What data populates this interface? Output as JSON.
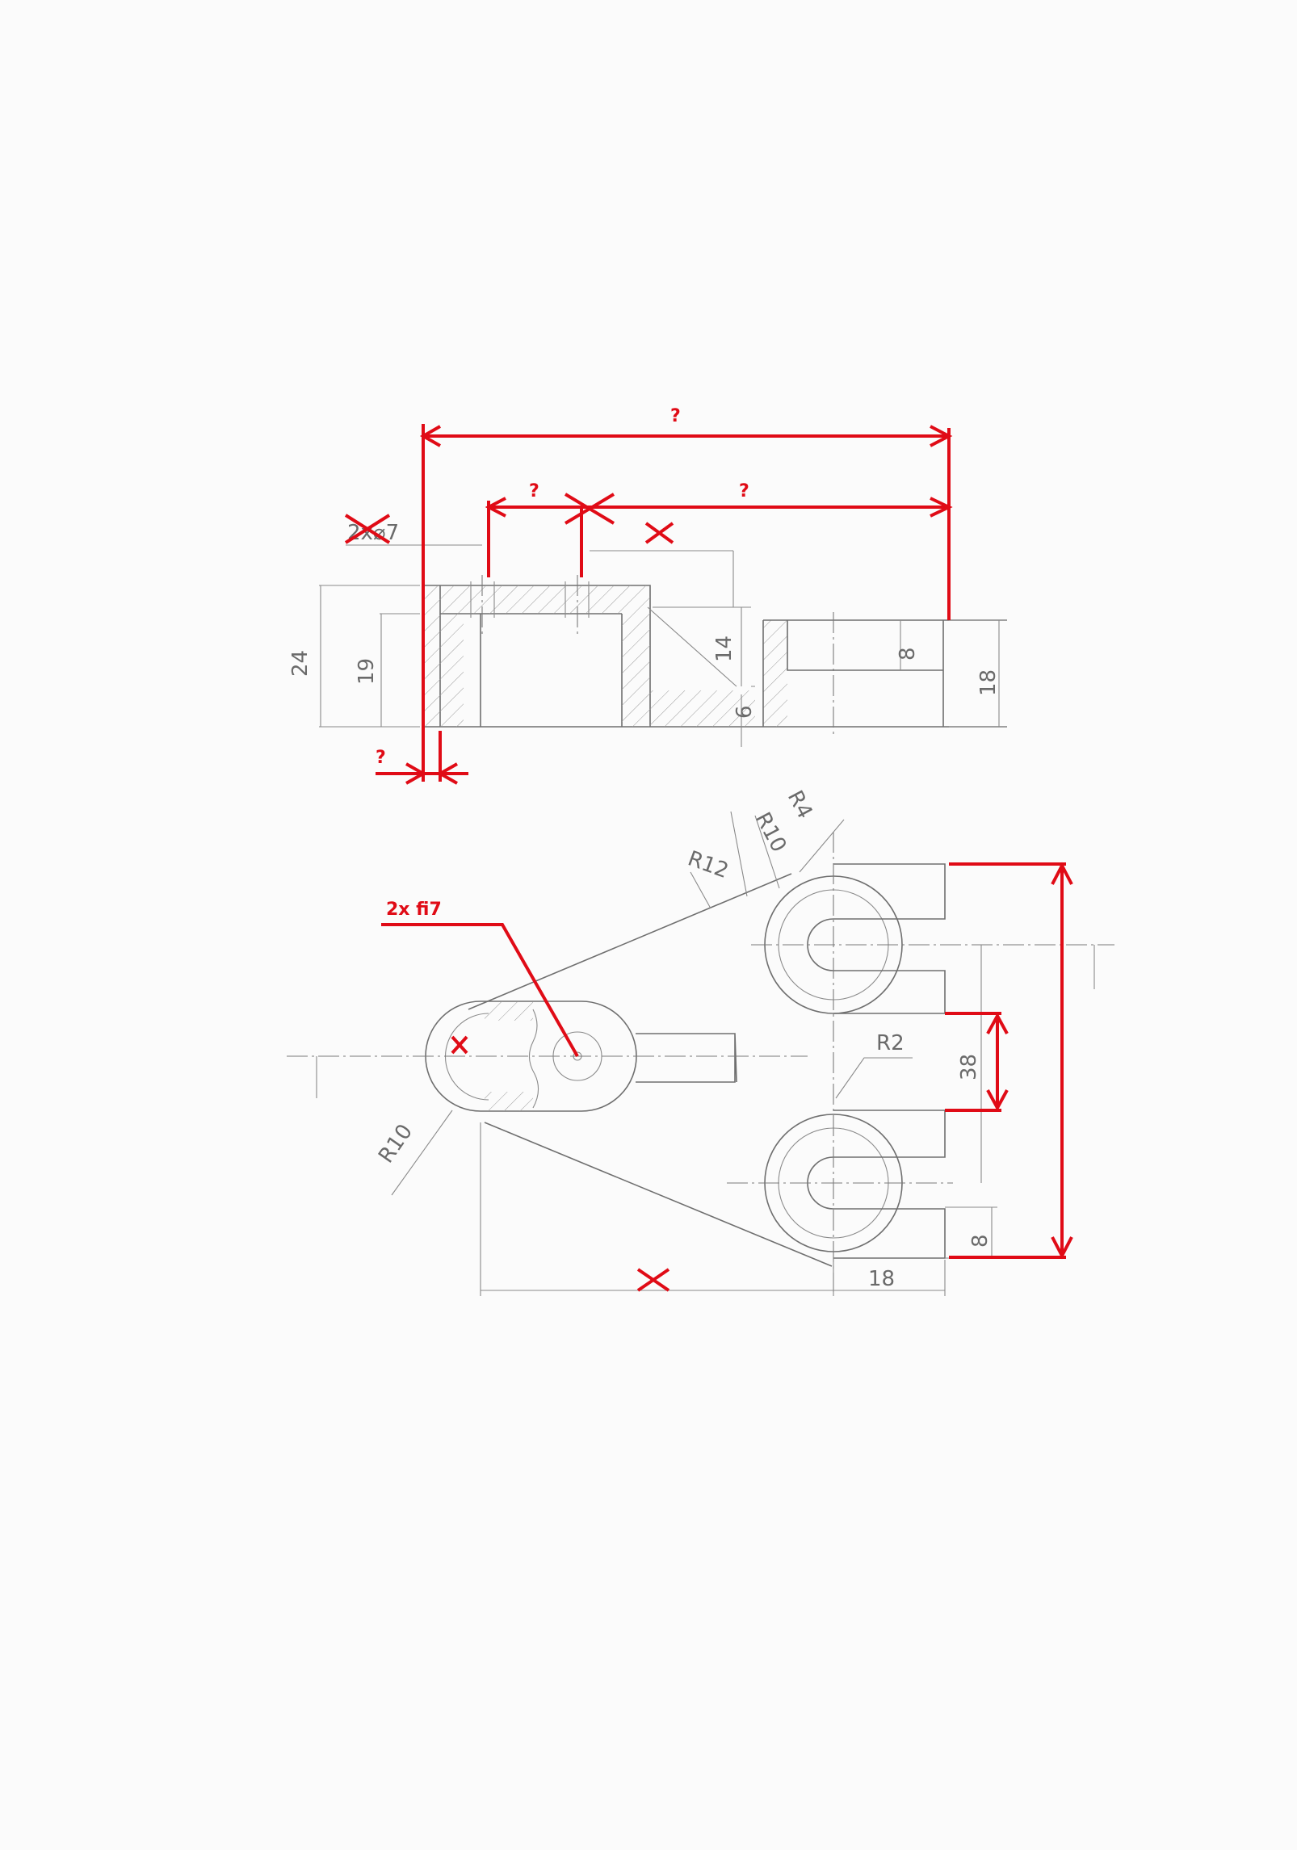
{
  "pencil": {
    "hole_dia_struck": "2x⌀7",
    "dim_24": "24",
    "dim_19": "19",
    "dim_14": "14",
    "dim_6": "6",
    "dim_8_top": "8",
    "dim_18_top": "18",
    "dim_R4": "R4",
    "dim_R10_top": "R10",
    "dim_R12": "R12",
    "dim_R2": "R2",
    "dim_38": "38",
    "dim_8_bottom": "8",
    "dim_18_bottom": "18",
    "dim_R10_left": "R10"
  },
  "markup": {
    "q_overall": "?",
    "q_hole_spacing": "?",
    "q_to_end": "?",
    "q_wall": "?",
    "callout_holes": "2x fi7"
  }
}
